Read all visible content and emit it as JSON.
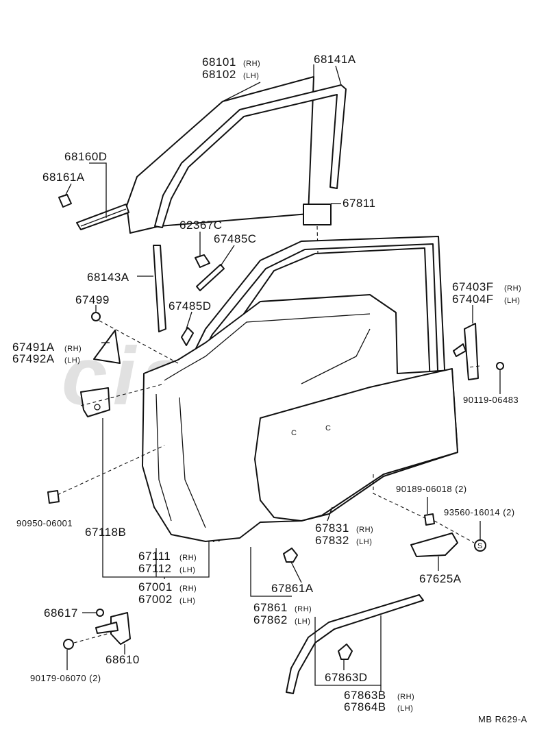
{
  "watermark": "cisc",
  "footer": "MB  R629-A",
  "labels": {
    "p68101": "68101",
    "p68102": "68102",
    "p68141A": "68141A",
    "p68160D": "68160D",
    "p68161A": "68161A",
    "p67811": "67811",
    "p62367C": "62367C",
    "p67485C": "67485C",
    "p68143A": "68143A",
    "p67499": "67499",
    "p67485D": "67485D",
    "p67403F": "67403F",
    "p67404F": "67404F",
    "p67491A": "67491A",
    "p67492A": "67492A",
    "p90119_06483": "90119-06483",
    "p90950_06001": "90950-06001",
    "p67118B": "67118B",
    "p90189_06018": "90189-06018 (2)",
    "p93560_16014": "93560-16014 (2)",
    "p67831": "67831",
    "p67832": "67832",
    "p67111": "67111",
    "p67112": "67112",
    "p67001": "67001",
    "p67002": "67002",
    "p67625A": "67625A",
    "p67861A": "67861A",
    "p67861": "67861",
    "p67862": "67862",
    "p68617": "68617",
    "p68610": "68610",
    "p90179_06070": "90179-06070 (2)",
    "p67863D": "67863D",
    "p67863B": "67863B",
    "p67864B": "67864B",
    "rh": "(RH)",
    "lh": "(LH)",
    "s_symbol": "S"
  }
}
